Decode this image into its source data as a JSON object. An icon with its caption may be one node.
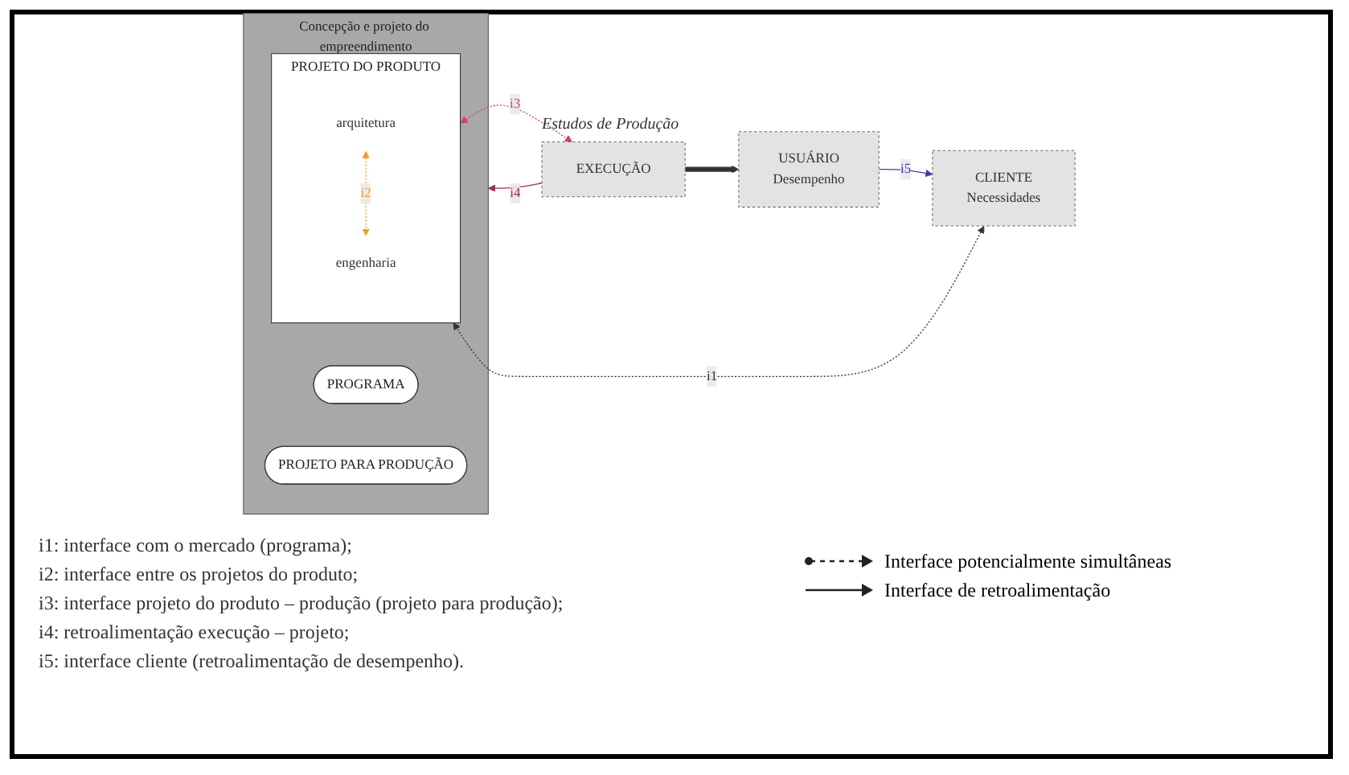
{
  "diagram": {
    "nodes": [
      {
        "text": [
          "CLIENTE",
          "Necessidades"
        ]
      },
      {
        "text": [
          "Concepção e projeto do empreendimento"
        ]
      },
      {
        "text": [
          "PROGRAMA"
        ],
        "in": 1
      },
      {
        "text": [
          "PROJETO DO PRODUTO"
        ],
        "in": 1
      },
      {
        "text": [
          "arquitetura"
        ],
        "in": 3
      },
      {
        "text": [
          "engenharia"
        ],
        "in": 3
      },
      {
        "text": [
          "PROJETO PARA PRODUÇÃO"
        ],
        "in": 1
      },
      {
        "text": [
          "EXECUÇÃO"
        ],
        "beside": [
          "Estudos de Produção"
        ]
      },
      {
        "text": [
          "USUÁRIO",
          "Desempenho"
        ]
      }
    ],
    "edges": [
      {
        "from": 0,
        "to": 3,
        "arrow": "both",
        "label": "i1",
        "style": "dashed"
      },
      {
        "from": 4,
        "to": 5,
        "arrow": "both",
        "label": "i2",
        "style": "dashed",
        "color": "#f0a030"
      },
      {
        "from": 3,
        "to": 7,
        "arrow": "both",
        "label": "i3",
        "style": "dashed",
        "color": "#d04070"
      },
      {
        "from": 7,
        "to": 8,
        "arrow": "to",
        "style": "thick"
      },
      {
        "from": 7,
        "to": 1,
        "arrow": "to",
        "label": "i4",
        "color": "#a03040"
      },
      {
        "from": 8,
        "to": 0,
        "arrow": "to",
        "label": "i5",
        "color": "#4040a0"
      }
    ],
    "labels": [
      "i1: interface com o mercado (programa);",
      "i2: interface entre os projetos do produto;",
      "i3: interface projeto do produto – produção (projeto para produção);",
      "i4: retroalimentação execução – projeto;",
      "i5: interface cliente (retroalimentação de desempenho)."
    ],
    "legend": [
      {
        "text": "Interface potencialmente simultâneas"
      },
      {
        "text": "Interface de retroalimentação"
      }
    ]
  }
}
